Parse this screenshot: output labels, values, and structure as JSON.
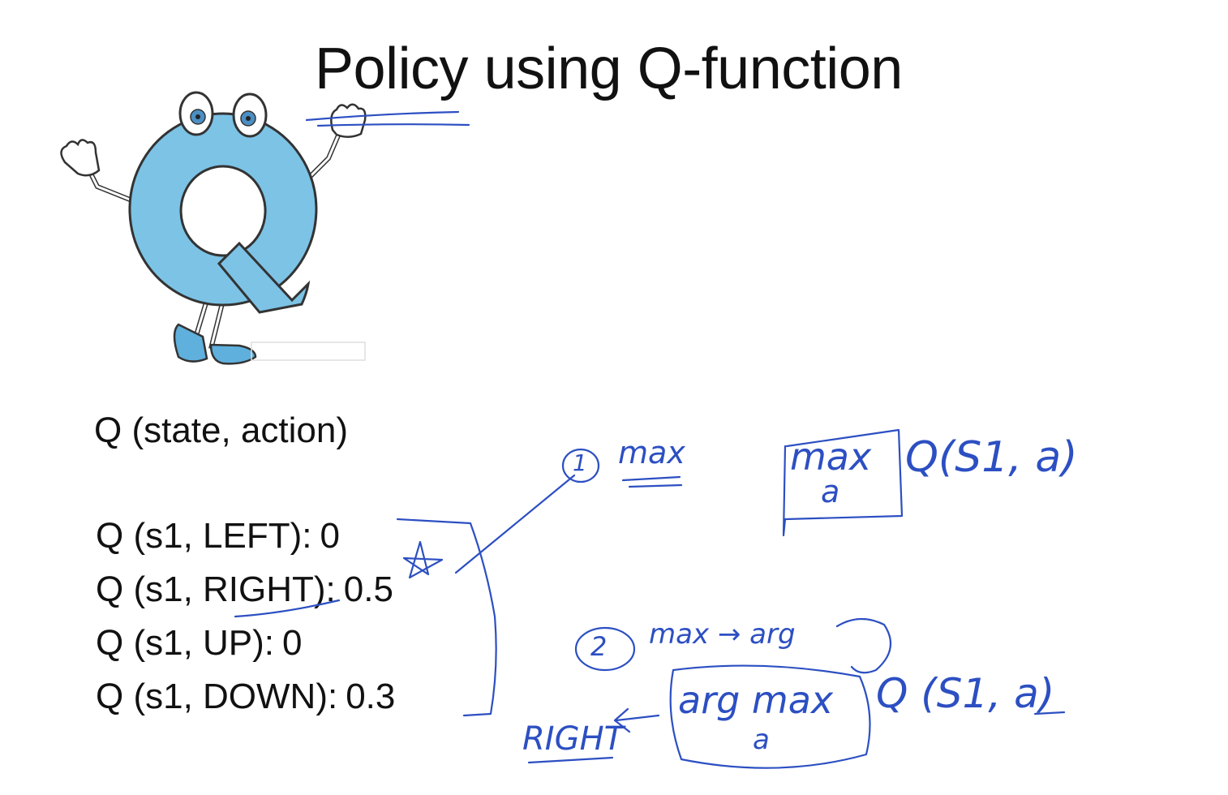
{
  "slide": {
    "title": "Policy using Q-function",
    "subtitle": "Q (state, action)",
    "q_values": [
      {
        "label": "Q (s1, LEFT):",
        "value": "0"
      },
      {
        "label": "Q (s1, RIGHT):",
        "value": "0.5"
      },
      {
        "label": "Q (s1, UP):",
        "value": "0"
      },
      {
        "label": "Q (s1, DOWN):",
        "value": "0.3"
      }
    ]
  },
  "annotations": {
    "step1_number": "1",
    "step1_text": "max",
    "formula1_op": "max",
    "formula1_sub": "a",
    "formula1_rest": "Q(S1, a)",
    "step2_number": "2",
    "step2_text": "max → arg",
    "formula2_op": "arg max",
    "formula2_sub": "a",
    "formula2_rest": "Q (S1, a)",
    "result": "RIGHT"
  },
  "colors": {
    "ink": "#2c4fc2",
    "mascot_fill": "#7cc3e6",
    "text": "#111111"
  }
}
